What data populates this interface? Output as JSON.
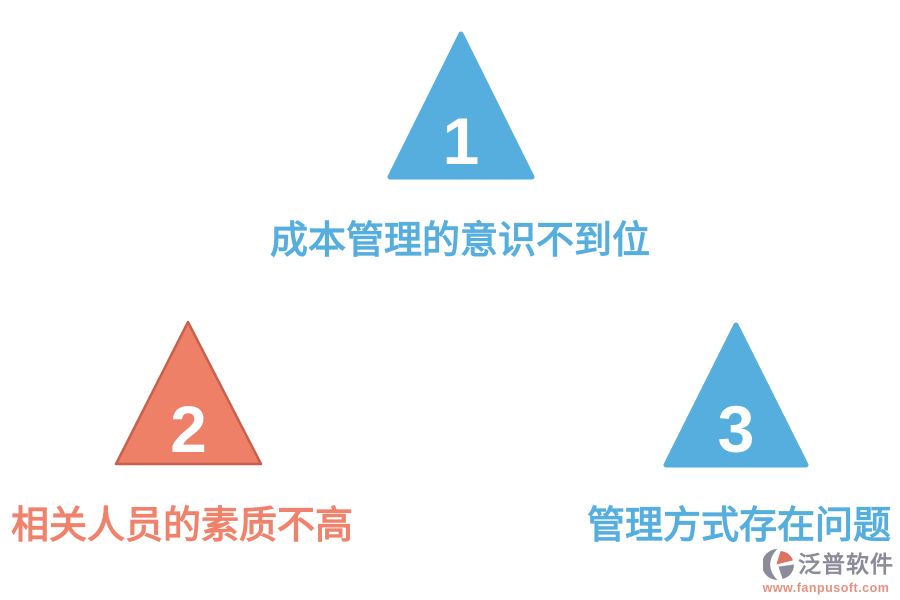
{
  "colors": {
    "blue": "#55AEDD",
    "salmon": "#ED8067",
    "salmon_border": "#C9604B",
    "number_text": "#ffffff",
    "logo_gray": "#8B8B99",
    "logo_salmon": "#DE7260",
    "url_salmon": "#E8907F"
  },
  "items": [
    {
      "number": "1",
      "label": "成本管理的意识不到位",
      "color": "blue"
    },
    {
      "number": "2",
      "label": "相关人员的素质不高",
      "color": "salmon"
    },
    {
      "number": "3",
      "label": "管理方式存在问题",
      "color": "blue"
    }
  ],
  "watermark": {
    "brand": "泛普软件",
    "url": "www.fanpusoft.com"
  }
}
